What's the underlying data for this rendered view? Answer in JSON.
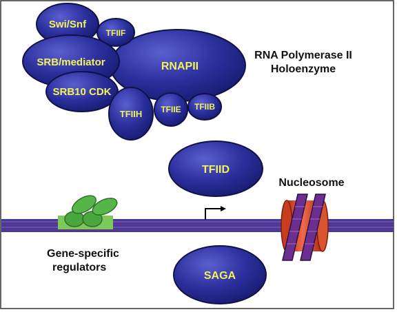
{
  "colors": {
    "complex_fill": "#2b2f9c",
    "complex_edge": "#101247",
    "label_text": "#f2f25a",
    "dna_outer": "#3a3f9a",
    "dna_inner": "#7a2a8a",
    "regulator_green": "#57b64a",
    "nucleosome_red": "#e04a2a",
    "nucleosome_purple": "#6a2f8f"
  },
  "complexes": {
    "swi_snf": "Swi/Snf",
    "tfiif": "TFIIF",
    "srb_mediator": "SRB/mediator",
    "rnapii": "RNAPII",
    "srb10_cdk": "SRB10 CDK",
    "tfiih": "TFIIH",
    "tfiie": "TFIIE",
    "tfiib": "TFIIB",
    "tfiid": "TFIID",
    "saga": "SAGA"
  },
  "captions": {
    "holoenzyme_line1": "RNA Polymerase II",
    "holoenzyme_line2": "Holoenzyme",
    "nucleosome": "Nucleosome",
    "regulators_line1": "Gene-specific",
    "regulators_line2": "regulators"
  },
  "icons": {
    "transcription_start": "bent-arrow-icon",
    "regulators": "green-ovals-icon",
    "nucleosome": "barrel-coil-icon"
  }
}
